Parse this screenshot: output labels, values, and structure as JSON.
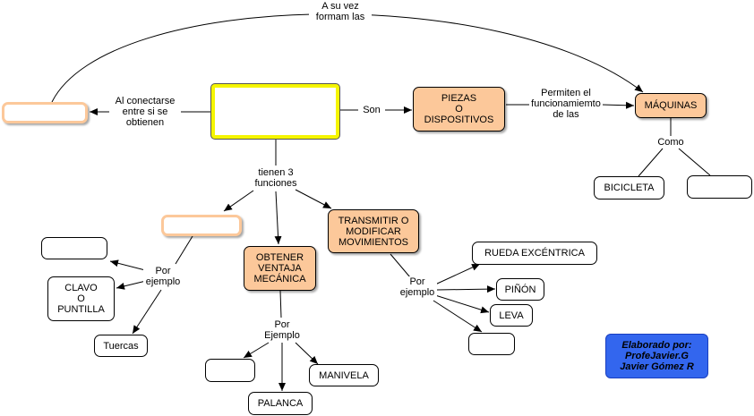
{
  "nodes": {
    "central_empty": "",
    "left_empty": "",
    "piezas": "PIEZAS\nO\nDISPOSITIVOS",
    "maquinas": "MÁQUINAS",
    "bicicleta": "BICICLETA",
    "maq_empty": "",
    "func1_empty": "",
    "ventaja": "OBTENER\nVENTAJA\nMECÁNICA",
    "transmitir": "TRANSMITIR O\nMODIFICAR\nMOVIMIENTOS",
    "ex1_empty": "",
    "clavo": "CLAVO\nO\nPUNTILLA",
    "tuercas": "Tuercas",
    "ex2_empty": "",
    "manivela": "MANIVELA",
    "palanca": "PALANCA",
    "rueda": "RUEDA EXCÉNTRICA",
    "pinon": "PIÑÓN",
    "leva": "LEVA",
    "ex3_empty": ""
  },
  "links": {
    "a_su_vez": "A su vez\nformam las",
    "al_conectarse": "Al conectarse\nentre si se\nobtienen",
    "son": "Son",
    "permiten": "Permiten el\nfuncionamiemto\nde las",
    "como": "Como",
    "tienen": "tienen 3\nfunciones",
    "por_ejemplo_1": "Por\nejemplo",
    "por_ejemplo_2": "Por\nEjemplo",
    "por_ejemplo_3": "Por\nejemplo"
  },
  "credit": "Elaborado por:\nProfeJavier.G\nJavier Gómez R"
}
